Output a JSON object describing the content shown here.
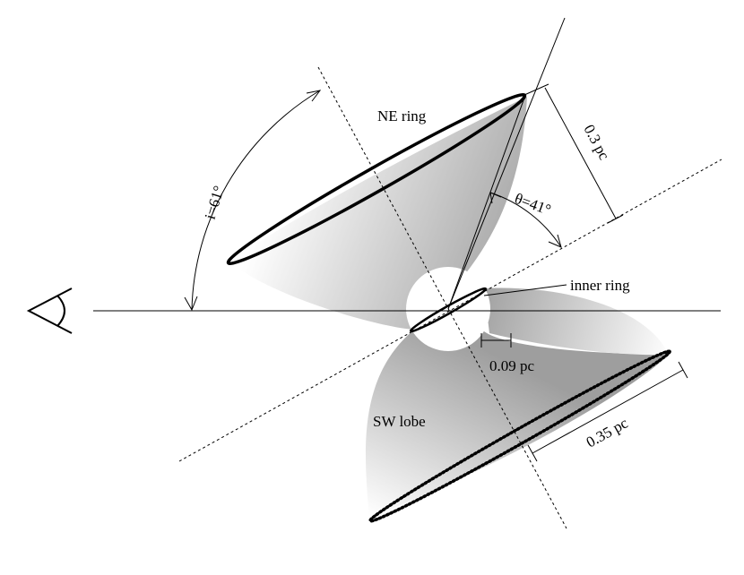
{
  "labels": {
    "ne_ring": "NE ring",
    "inclination": "i=61°",
    "opening_angle": "θ=41°",
    "ring_height": "0.3 pc",
    "inner_ring": "inner ring",
    "inner_size": "0.09 pc",
    "sw_lobe": "SW lobe",
    "sw_size": "0.35 pc"
  },
  "icons": {
    "observer": "eye-icon"
  },
  "colors": {
    "ink": "#000000",
    "shade_dark": "#a6a6a6",
    "shade_light": "#ffffff"
  }
}
